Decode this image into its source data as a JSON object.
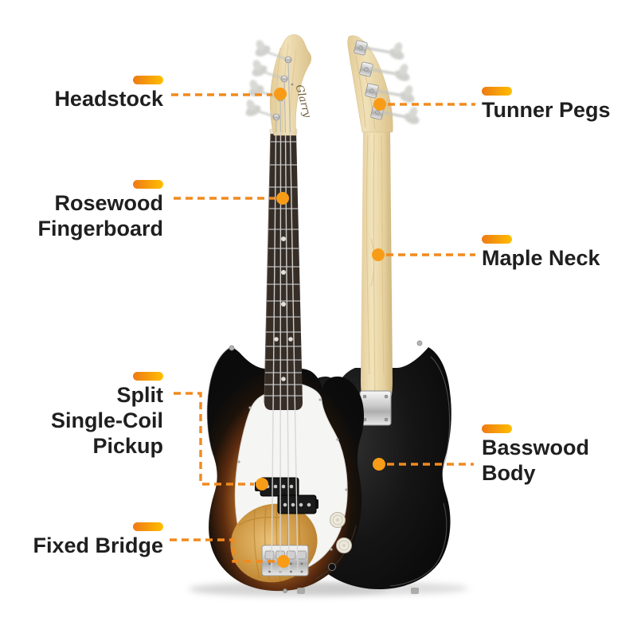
{
  "colors": {
    "accent_start": "#EE7A15",
    "accent_end": "#FFBE00",
    "dash_color": "#F08A1E",
    "dot_color": "#F89C18",
    "text_color": "#1F1F1F",
    "background": "#FFFFFF"
  },
  "guitar": {
    "brand": "Glarry"
  },
  "labels": {
    "left": [
      {
        "id": "headstock",
        "lines": [
          "Headstock"
        ]
      },
      {
        "id": "rosewood-fingerboard",
        "lines": [
          "Rosewood",
          "Fingerboard"
        ]
      },
      {
        "id": "split-single-coil-pickup",
        "lines": [
          "Split",
          "Single-Coil",
          "Pickup"
        ]
      },
      {
        "id": "fixed-bridge",
        "lines": [
          "Fixed Bridge"
        ]
      }
    ],
    "right": [
      {
        "id": "tunner-pegs",
        "lines": [
          "Tunner Pegs"
        ]
      },
      {
        "id": "maple-neck",
        "lines": [
          "Maple Neck"
        ]
      },
      {
        "id": "basswood-body",
        "lines": [
          "Basswood",
          "Body"
        ]
      }
    ]
  }
}
